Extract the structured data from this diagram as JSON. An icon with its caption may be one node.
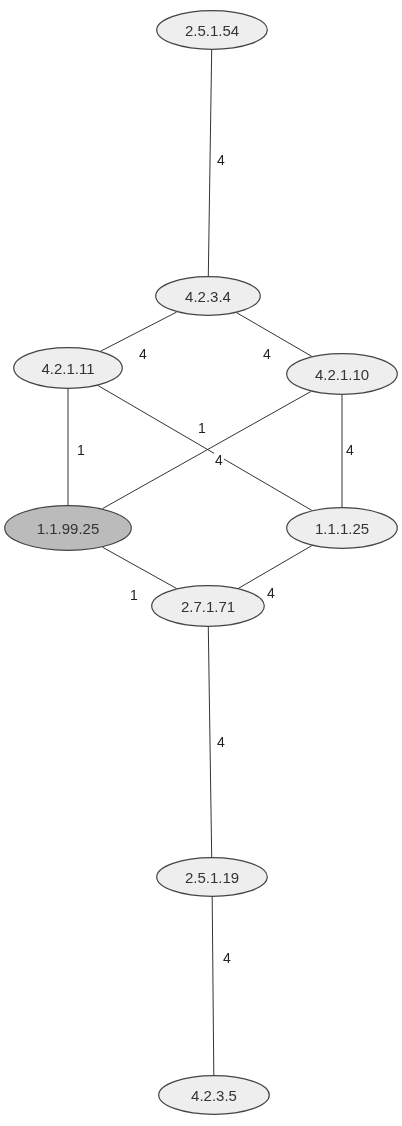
{
  "diagram": {
    "nodes": [
      {
        "text": [
          "2.5.1.54"
        ]
      },
      {
        "text": [
          "4.2.3.4"
        ]
      },
      {
        "text": [
          "4.2.1.11"
        ]
      },
      {
        "text": [
          "4.2.1.10"
        ]
      },
      {
        "text": [
          "1.1.99.25"
        ]
      },
      {
        "text": [
          "1.1.1.25"
        ]
      },
      {
        "text": [
          "2.7.1.71"
        ]
      },
      {
        "text": [
          "2.5.1.19"
        ]
      },
      {
        "text": [
          "4.2.3.5"
        ]
      }
    ],
    "edges": [
      {
        "from": 0,
        "to": 1,
        "arrow": "none",
        "label": "4"
      },
      {
        "from": 1,
        "to": 2,
        "arrow": "none",
        "label": "4"
      },
      {
        "from": 1,
        "to": 3,
        "arrow": "none",
        "label": "4"
      },
      {
        "from": 2,
        "to": 4,
        "arrow": "none",
        "label": "1"
      },
      {
        "from": 3,
        "to": 4,
        "arrow": "none",
        "label": "1"
      },
      {
        "from": 2,
        "to": 5,
        "arrow": "none",
        "label": "4"
      },
      {
        "from": 3,
        "to": 5,
        "arrow": "none",
        "label": "4"
      },
      {
        "from": 4,
        "to": 6,
        "arrow": "none",
        "label": "1"
      },
      {
        "from": 5,
        "to": 6,
        "arrow": "none",
        "label": "4"
      },
      {
        "from": 6,
        "to": 7,
        "arrow": "none",
        "label": "4"
      },
      {
        "from": 7,
        "to": 8,
        "arrow": "none",
        "label": "4"
      }
    ]
  }
}
